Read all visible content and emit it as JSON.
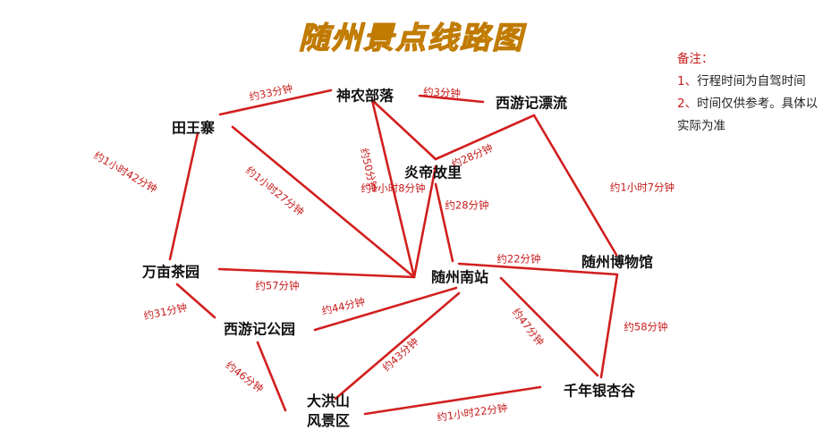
{
  "title": "随州景点线路图",
  "note": {
    "title": "备注：",
    "items": [
      {
        "num": "1、",
        "text": "行程时间为自驾时间"
      },
      {
        "num": "2、",
        "text": "时间仅供参考。具体以实际为准"
      }
    ]
  },
  "colors": {
    "route": "#d21f1f",
    "label": "#c81a1a",
    "title_fill": "#f7c300"
  },
  "places": [
    {
      "id": "shennong",
      "name": "神农部落"
    },
    {
      "id": "xiyou_piaoliu",
      "name": "西游记漂流"
    },
    {
      "id": "tianwangzhai",
      "name": "田王寨"
    },
    {
      "id": "yandi",
      "name": "炎帝故里"
    },
    {
      "id": "wanmu",
      "name": "万亩茶园"
    },
    {
      "id": "nanzhan",
      "name": "随州南站"
    },
    {
      "id": "bowuguan",
      "name": "随州博物馆"
    },
    {
      "id": "xiyou_gongyuan",
      "name": "西游记公园"
    },
    {
      "id": "dahongshan",
      "name": "大洪山风景区"
    },
    {
      "id": "yinxing",
      "name": "千年银杏谷"
    }
  ],
  "routes": [
    {
      "from": "tianwangzhai",
      "to": "shennong",
      "time": "约33分钟"
    },
    {
      "from": "shennong",
      "to": "xiyou_piaoliu",
      "time": "约3分钟"
    },
    {
      "from": "shennong",
      "to": "yandi",
      "time": "约50分钟"
    },
    {
      "from": "yandi",
      "to": "xiyou_piaoliu",
      "time": "约28分钟"
    },
    {
      "from": "xiyou_piaoliu",
      "to": "bowuguan",
      "time": "约1小时7分钟"
    },
    {
      "from": "shennong",
      "to": "nanzhan",
      "time": "约1小时8分钟"
    },
    {
      "from": "tianwangzhai",
      "to": "nanzhan",
      "time": "约1小时27分钟"
    },
    {
      "from": "tianwangzhai",
      "to": "wanmu",
      "time": "约1小时42分钟"
    },
    {
      "from": "yandi",
      "to": "bowuguan",
      "time": "约28分钟"
    },
    {
      "from": "nanzhan",
      "to": "bowuguan",
      "time": "约22分钟"
    },
    {
      "from": "wanmu",
      "to": "nanzhan",
      "time": "约57分钟"
    },
    {
      "from": "wanmu",
      "to": "xiyou_gongyuan",
      "time": "约31分钟"
    },
    {
      "from": "xiyou_gongyuan",
      "to": "nanzhan",
      "time": "约44分钟"
    },
    {
      "from": "xiyou_gongyuan",
      "to": "dahongshan",
      "time": "约46分钟"
    },
    {
      "from": "nanzhan",
      "to": "dahongshan",
      "time": "约43分钟"
    },
    {
      "from": "nanzhan",
      "to": "yinxing",
      "time": "约47分钟"
    },
    {
      "from": "bowuguan",
      "to": "yinxing",
      "time": "约58分钟"
    },
    {
      "from": "dahongshan",
      "to": "yinxing",
      "time": "约1小时22分钟"
    }
  ]
}
